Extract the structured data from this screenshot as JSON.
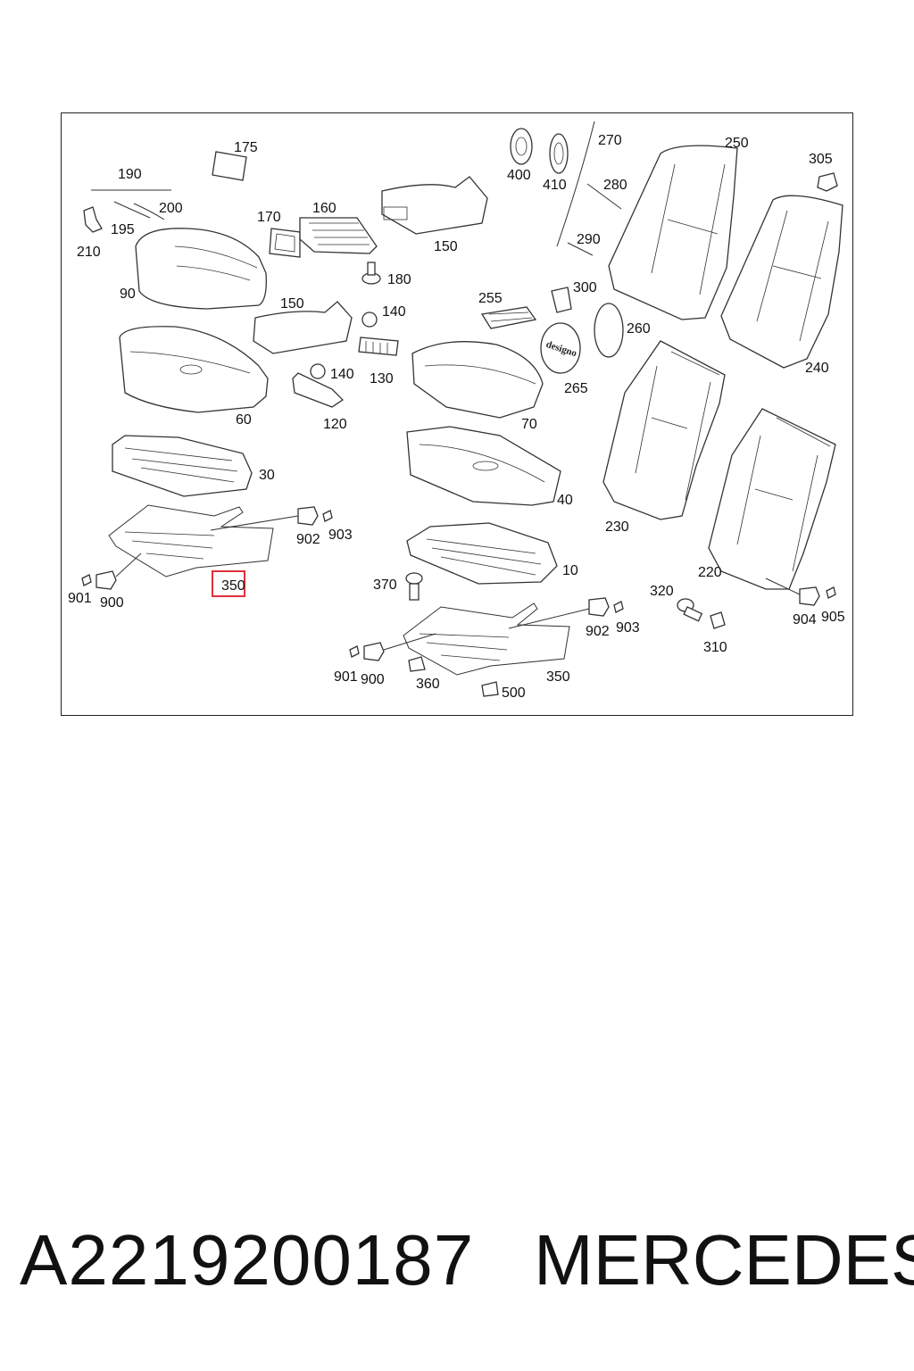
{
  "diagram": {
    "labels": [
      "175",
      "190",
      "195",
      "200",
      "210",
      "90",
      "170",
      "160",
      "150",
      "180",
      "150",
      "140",
      "140",
      "130",
      "120",
      "60",
      "30",
      "902",
      "903",
      "901",
      "900",
      "350",
      "400",
      "410",
      "270",
      "280",
      "290",
      "255",
      "300",
      "260",
      "265",
      "70",
      "40",
      "10",
      "370",
      "902",
      "903",
      "901",
      "900",
      "360",
      "500",
      "350",
      "250",
      "305",
      "240",
      "230",
      "220",
      "320",
      "310",
      "904",
      "905"
    ],
    "highlighted_label": "350",
    "emblem_text": "designo"
  },
  "footer": {
    "part_number": "A2219200187",
    "brand": "MERCEDES"
  }
}
